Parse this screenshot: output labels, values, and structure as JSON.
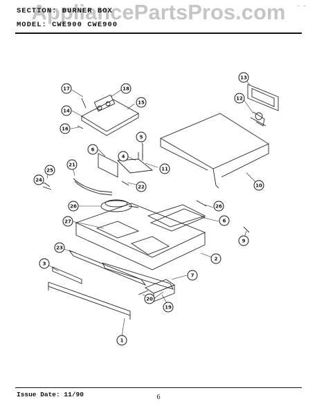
{
  "header": {
    "line1": "SECTION: BURNER BOX",
    "line2": "MODEL: CWE900  CWE900"
  },
  "watermark": "AppliancePartsPros.com",
  "corner_mark": "— —",
  "callouts": [
    {
      "id": "1",
      "label": "1"
    },
    {
      "id": "2",
      "label": "2"
    },
    {
      "id": "3",
      "label": "3"
    },
    {
      "id": "4",
      "label": "4"
    },
    {
      "id": "5",
      "label": "5"
    },
    {
      "id": "6a",
      "label": "6"
    },
    {
      "id": "6b",
      "label": "6"
    },
    {
      "id": "7",
      "label": "7"
    },
    {
      "id": "9",
      "label": "9"
    },
    {
      "id": "10",
      "label": "10"
    },
    {
      "id": "11",
      "label": "11"
    },
    {
      "id": "12",
      "label": "12"
    },
    {
      "id": "13",
      "label": "13"
    },
    {
      "id": "14",
      "label": "14"
    },
    {
      "id": "15",
      "label": "15"
    },
    {
      "id": "16",
      "label": "16"
    },
    {
      "id": "17",
      "label": "17"
    },
    {
      "id": "18",
      "label": "18"
    },
    {
      "id": "19",
      "label": "19"
    },
    {
      "id": "20",
      "label": "20"
    },
    {
      "id": "21",
      "label": "21"
    },
    {
      "id": "22",
      "label": "22"
    },
    {
      "id": "23",
      "label": "23"
    },
    {
      "id": "24",
      "label": "24"
    },
    {
      "id": "25",
      "label": "25"
    },
    {
      "id": "26a",
      "label": "26"
    },
    {
      "id": "26b",
      "label": "26"
    },
    {
      "id": "27",
      "label": "27"
    }
  ],
  "footer": {
    "issue_date": "Issue Date: 11/90",
    "page_number": "6"
  }
}
